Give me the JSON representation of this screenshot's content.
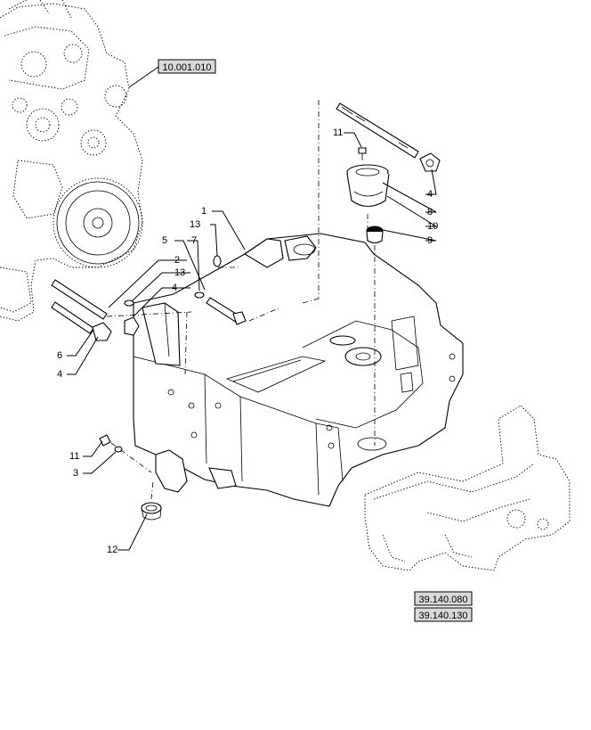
{
  "references": {
    "engine": "10.001.010",
    "support_a": "39.140.080",
    "support_b": "39.140.130"
  },
  "callouts": {
    "c1": "1",
    "c2": "2",
    "c3": "3",
    "c4a": "4",
    "c4b": "4",
    "c4c": "4",
    "c5": "5",
    "c6": "6",
    "c7": "7",
    "c8": "8",
    "c9": "9",
    "c10": "10",
    "c11a": "11",
    "c11b": "11",
    "c12": "12",
    "c13a": "13",
    "c13b": "13"
  }
}
